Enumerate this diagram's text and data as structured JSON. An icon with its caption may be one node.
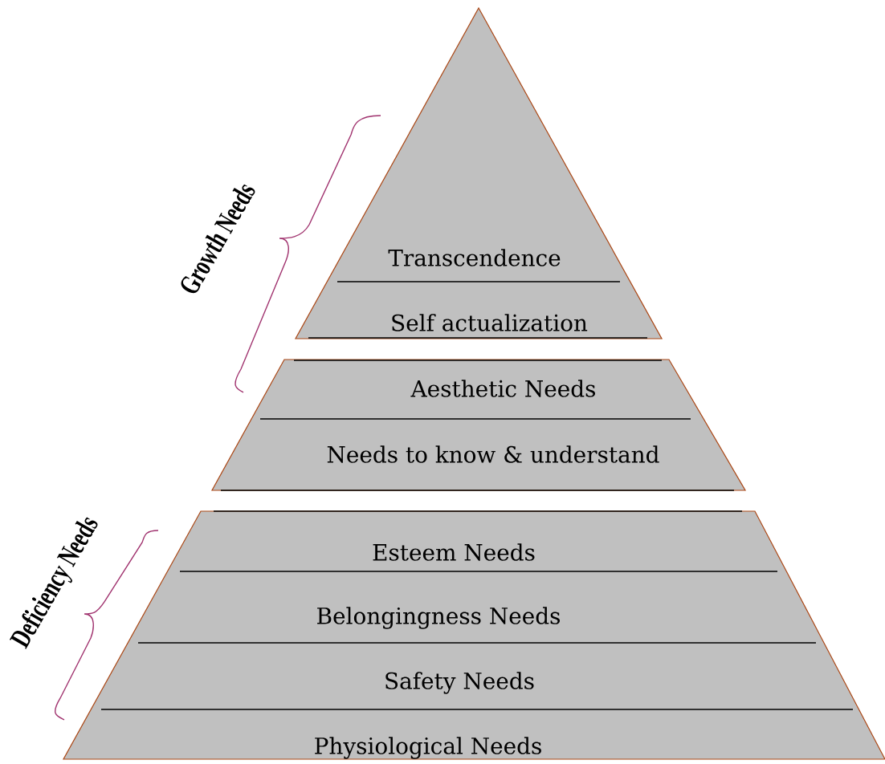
{
  "diagram": {
    "nodes": [
      {
        "text": [
          "Transcendence",
          "Self actualization"
        ]
      },
      {
        "text": [
          "Aesthetic Needs",
          "Needs to know & understand"
        ]
      },
      {
        "text": [
          "Esteem Needs",
          "Belongingness Needs",
          "Safety Needs",
          "Physiological Needs"
        ]
      }
    ],
    "labels": [
      "Growth Needs",
      "Deficiency Needs"
    ]
  }
}
